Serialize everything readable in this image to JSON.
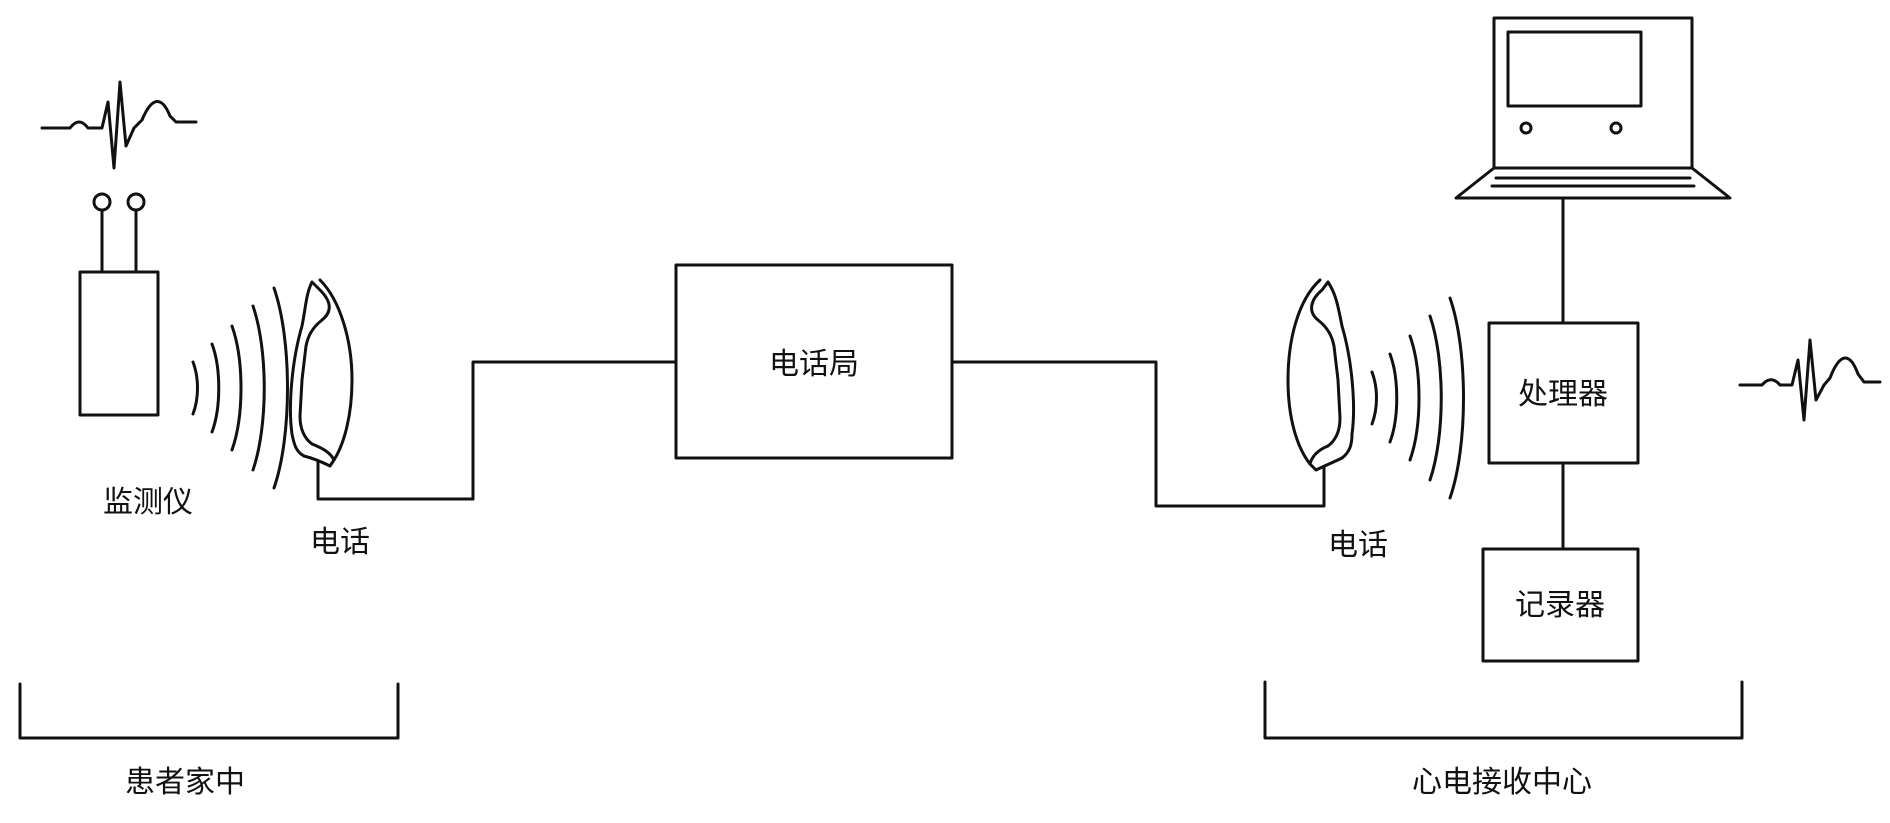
{
  "labels": {
    "monitor": "监测仪",
    "phone_left": "电话",
    "exchange": "电话局",
    "phone_right": "电话",
    "processor": "处理器",
    "recorder": "记录器",
    "patient_home": "患者家中",
    "ecg_center": "心电接收中心"
  },
  "colors": {
    "stroke": "#111111",
    "background": "#ffffff"
  },
  "icons": [
    "ecg-waveform-icon",
    "telephone-handset-icon",
    "signal-waves-icon",
    "computer-terminal-icon"
  ]
}
